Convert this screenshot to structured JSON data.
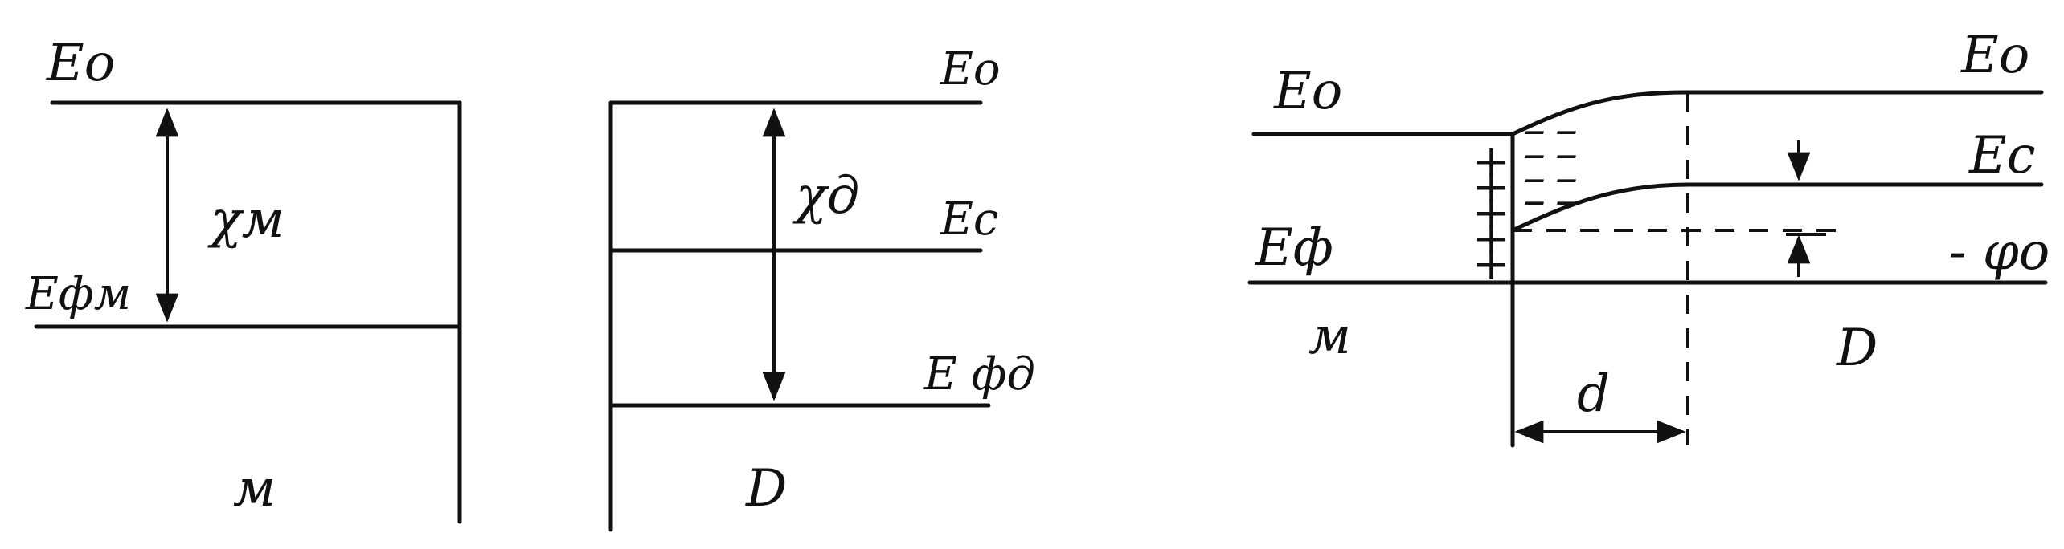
{
  "panel_metal": {
    "vacuum_level": "Eo",
    "work_function": "χм",
    "fermi_level": "Eфм",
    "region": "м"
  },
  "panel_dielectric": {
    "vacuum_level": "Eo",
    "affinity": "χд",
    "conduction_band": "Ec",
    "fermi_level": "E фд",
    "region": "D"
  },
  "panel_contact": {
    "vacuum_level_left": "Eo",
    "vacuum_level_right": "Eo",
    "conduction_band": "Ec",
    "fermi_level": "Eф",
    "potential": "- φo",
    "metal_region": "м",
    "dielectric_region": "D",
    "width": "d",
    "positive_charges": [
      "+",
      "+",
      "+",
      "+",
      "+"
    ],
    "negative_charges": [
      "–",
      "–",
      "–",
      "–",
      "–",
      "–",
      "–",
      "–"
    ]
  }
}
